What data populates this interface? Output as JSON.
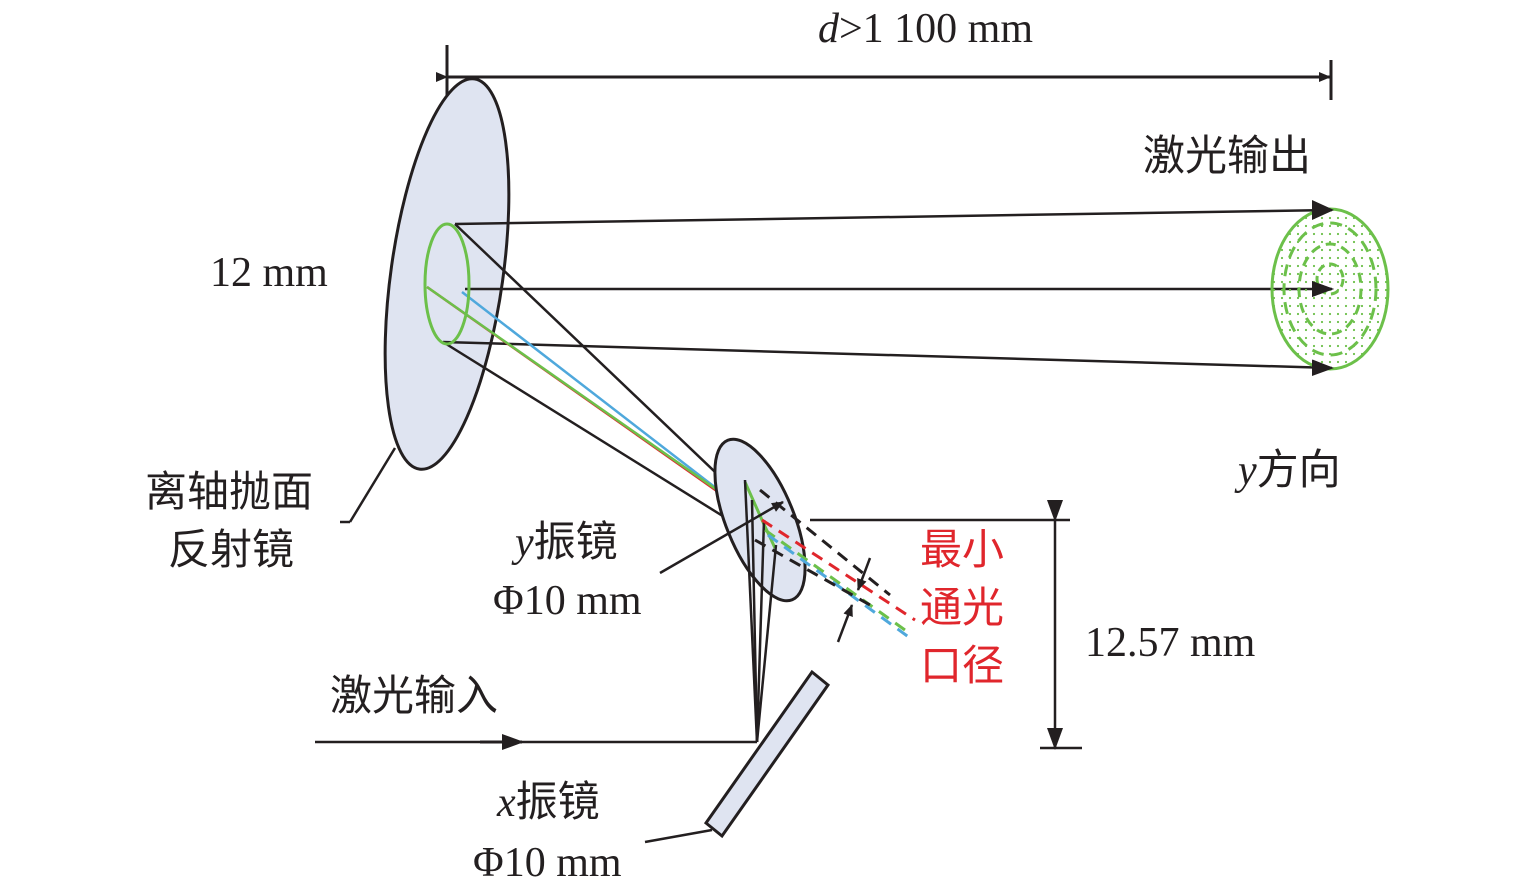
{
  "labels": {
    "distance_var": "d",
    "distance_rest": ">1 100 mm",
    "laser_output": "激光输出",
    "aperture_12": "12 mm",
    "mirror_line1": "离轴抛面",
    "mirror_line2": "反射镜",
    "y_galvo_var": "y",
    "y_galvo_name": "振镜",
    "y_galvo_dia": "Φ10 mm",
    "min_aperture_1": "最小",
    "min_aperture_2": "通光",
    "min_aperture_3": "口径",
    "height_dim": "12.57 mm",
    "laser_input": "激光输入",
    "x_galvo_var": "x",
    "x_galvo_name": "振镜",
    "x_galvo_dia": "Φ10 mm",
    "y_dir_var": "y",
    "y_dir_name": "方向"
  },
  "colors": {
    "red": "#e0262c",
    "green": "#6cc04a",
    "blue": "#4fa8dc",
    "mirror_fill": "#dfe4f1",
    "line": "#231f20"
  }
}
